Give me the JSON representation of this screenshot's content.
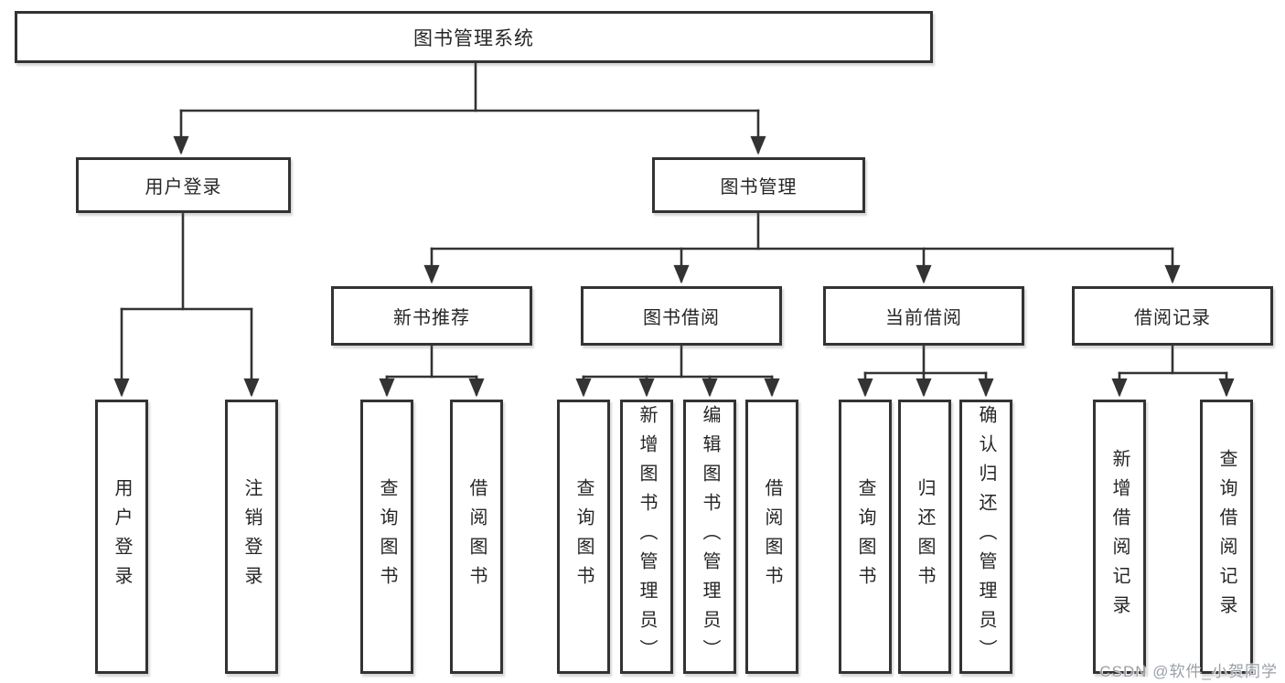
{
  "tree": {
    "root": "图书管理系统",
    "children": [
      {
        "label": "用户登录",
        "children": [
          "用户登录",
          "注销登录"
        ]
      },
      {
        "label": "图书管理",
        "children": [
          {
            "label": "新书推荐",
            "children": [
              "查询图书",
              "借阅图书"
            ]
          },
          {
            "label": "图书借阅",
            "children": [
              "查询图书",
              "新增图书（管理员）",
              "编辑图书（管理员）",
              "借阅图书"
            ]
          },
          {
            "label": "当前借阅",
            "children": [
              "查询图书",
              "归还图书",
              "确认归还（管理员）"
            ]
          },
          {
            "label": "借阅记录",
            "children": [
              "新增借阅记录",
              "查询借阅记录"
            ]
          }
        ]
      }
    ]
  },
  "watermark": {
    "text": "CSDN @软件_小贺同学"
  },
  "colors": {
    "line": "#333333",
    "text": "#262626",
    "watermark": "#9aa0a6",
    "background": "#ffffff"
  }
}
